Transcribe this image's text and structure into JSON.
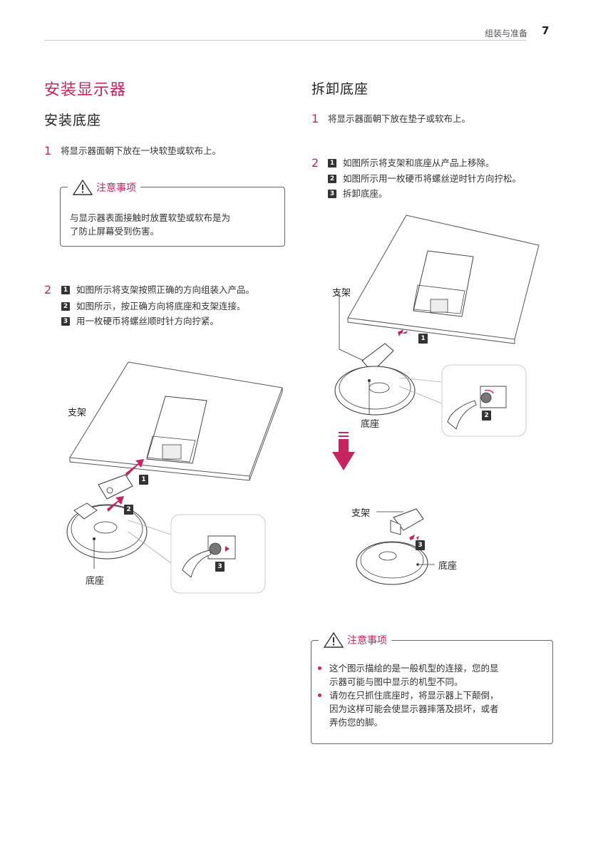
{
  "header": {
    "section": "组装与准备",
    "page": "7"
  },
  "left": {
    "title": "安装显示器",
    "subtitle": "安装底座",
    "step1": {
      "num": "1",
      "text": "将显示器面朝下放在一块软垫或软布上。"
    },
    "caution": {
      "title": "注意事项",
      "lines": [
        "与显示器表面接触时放置软垫或软布是为",
        "了防止屏幕受到伤害。"
      ]
    },
    "step2": {
      "num": "2",
      "items": [
        {
          "badge": "1",
          "text": "如图所示将支架按照正确的方向组装入产品。"
        },
        {
          "badge": "2",
          "text": "如图所示，按正确方向将底座和支架连接。"
        },
        {
          "badge": "3",
          "text": "用一枚硬币将螺丝顺时针方向拧紧。"
        }
      ]
    },
    "figure": {
      "stand_label": "支架",
      "base_label": "底座",
      "callouts": [
        "1",
        "2",
        "3"
      ]
    }
  },
  "right": {
    "title": "拆卸底座",
    "step1": {
      "num": "1",
      "text": "将显示器面朝下放在垫子或软布上。"
    },
    "step2": {
      "num": "2",
      "items": [
        {
          "badge": "1",
          "text": "如图所示将支架和底座从产品上移除。"
        },
        {
          "badge": "2",
          "text": "如图所示用一枚硬币将螺丝逆时针方向拧松。"
        },
        {
          "badge": "3",
          "text": "拆卸底座。"
        }
      ]
    },
    "figure1": {
      "stand_label": "支架",
      "base_label": "底座",
      "callouts": [
        "1",
        "2"
      ]
    },
    "figure2": {
      "stand_label": "支架",
      "base_label": "底座",
      "callouts": [
        "3"
      ]
    },
    "caution": {
      "title": "注意事项",
      "bullets": [
        [
          "这个图示描绘的是一般机型的连接，您的显",
          "示器可能与图中显示的机型不同。"
        ],
        [
          "请勿在只抓住底座时，将显示器上下颠倒，",
          "因为这样可能会使显示器摔落及损坏，或者",
          "弄伤您的脚。"
        ]
      ]
    }
  },
  "colors": {
    "accent": "#c8235f",
    "text": "#333333",
    "rule": "#cfc4db"
  }
}
